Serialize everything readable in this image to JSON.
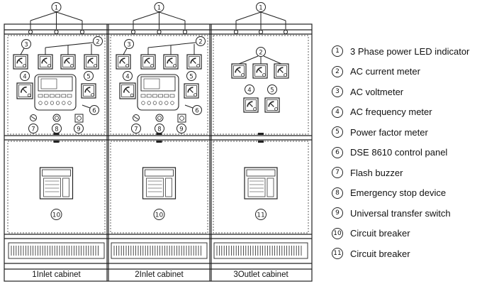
{
  "cabinets": [
    {
      "label": "1Inlet cabinet",
      "breaker_number": "10"
    },
    {
      "label": "2Inlet cabinet",
      "breaker_number": "10"
    },
    {
      "label": "3Outlet cabinet",
      "breaker_number": "11"
    }
  ],
  "callouts": {
    "n1": "1",
    "n2": "2",
    "n3": "3",
    "n4": "4",
    "n5": "5",
    "n6": "6",
    "n7": "7",
    "n8": "8",
    "n9": "9"
  },
  "legend": [
    {
      "num": "1",
      "text": "3 Phase power LED indicator"
    },
    {
      "num": "2",
      "text": "AC current meter"
    },
    {
      "num": "3",
      "text": "AC voltmeter"
    },
    {
      "num": "4",
      "text": "AC frequency meter"
    },
    {
      "num": "5",
      "text": "Power factor meter"
    },
    {
      "num": "6",
      "text": "DSE 8610 control panel"
    },
    {
      "num": "7",
      "text": "Flash buzzer"
    },
    {
      "num": "8",
      "text": "Emergency stop device"
    },
    {
      "num": "9",
      "text": "Universal transfer switch"
    },
    {
      "num": "10",
      "text": "Circuit breaker"
    },
    {
      "num": "11",
      "text": "Circuit breaker"
    }
  ],
  "colors": {
    "line": "#222222",
    "background": "#ffffff"
  }
}
